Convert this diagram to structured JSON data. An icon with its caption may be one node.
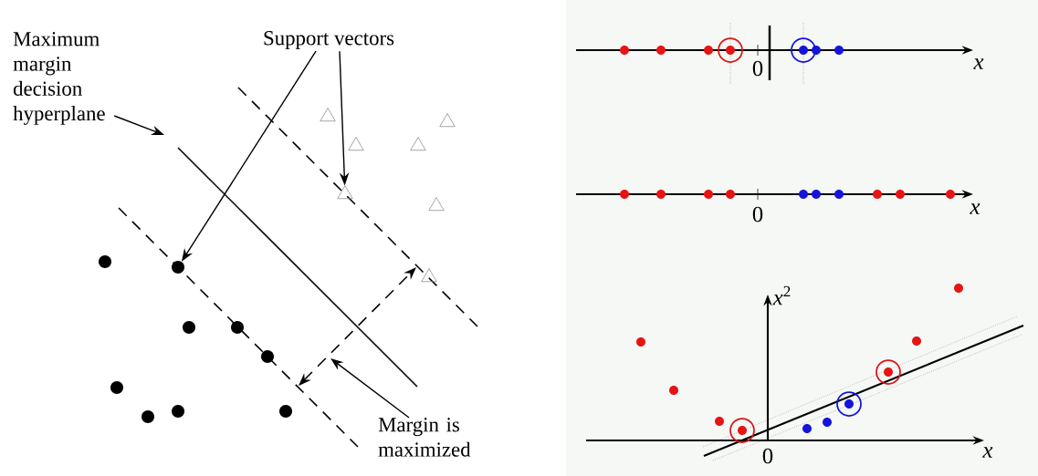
{
  "diagram": {
    "nodes": [
      {
        "text": [
          "Maximum margin decision hyperplane"
        ]
      },
      {
        "text": [
          "Support vectors"
        ]
      },
      {
        "text": [
          "Margin is maximized"
        ]
      },
      {
        "text": [],
        "shape": "circle"
      },
      {
        "text": [],
        "shape": "triangle"
      }
    ],
    "edges": [
      {
        "from": 0,
        "to": null,
        "arrow": "to"
      },
      {
        "from": 1,
        "to": 3,
        "arrow": "to"
      },
      {
        "from": 1,
        "to": 4,
        "arrow": "to"
      },
      {
        "from": 2,
        "to": null,
        "arrow": "to"
      }
    ],
    "labels": [
      "0",
      "x",
      "0",
      "x",
      "*x*$^{2}$",
      "0",
      "x"
    ]
  }
}
